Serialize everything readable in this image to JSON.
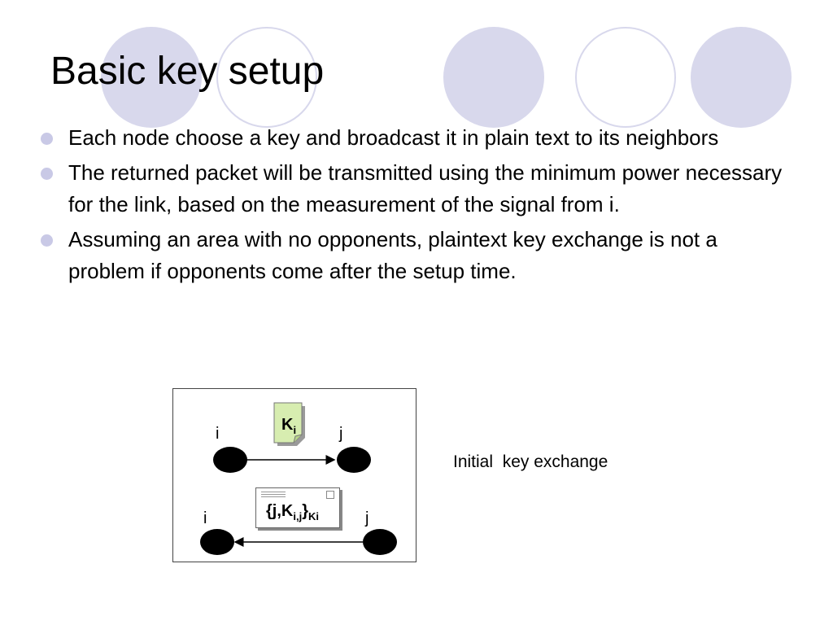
{
  "slide": {
    "title": "Basic key setup",
    "bullets": [
      "Each node choose a key and broadcast it in plain text to its neighbors",
      "The returned packet will be transmitted using the minimum power necessary for the link, based on the measurement of the signal from i.",
      "Assuming an area with no opponents, plaintext key exchange is not a problem if opponents come after the setup time."
    ],
    "theme_color": "#d8d8ec"
  },
  "diagram": {
    "top_row": {
      "left_label": "i",
      "right_label": "j",
      "message_main": "K",
      "message_sub": "i"
    },
    "bottom_row": {
      "left_label": "i",
      "right_label": "j",
      "message_open": "{j,K",
      "message_sub": "i,j",
      "message_close": "}",
      "message_key": "Ki"
    },
    "caption": "Initial  key exchange"
  }
}
